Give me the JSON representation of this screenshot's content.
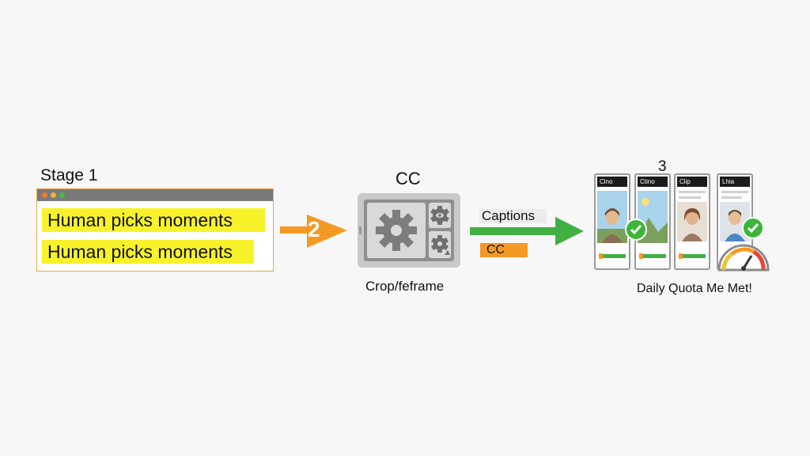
{
  "stage1": {
    "title": "Stage 1",
    "highlight_1": "Human picks moments",
    "highlight_2": "Human picks moments"
  },
  "arrow1": {
    "label": "2",
    "color": "#f39a24"
  },
  "stage2": {
    "title": "CC",
    "caption": "Crop/feframe"
  },
  "arrow2": {
    "label_top": "Captions",
    "label_bottom": "CC",
    "color": "#41b043"
  },
  "stage3": {
    "number": "3",
    "phones": [
      {
        "header": "Clno"
      },
      {
        "header": "Ctino"
      },
      {
        "header": "Clip"
      },
      {
        "header": "Lhia"
      }
    ],
    "caption": "Daily Quota Me Met!"
  },
  "colors": {
    "highlight": "#f7f22a",
    "accent_orange": "#f39a24",
    "accent_green": "#41b043",
    "check_green": "#3cb53a"
  },
  "icons": [
    "gear-icon",
    "checkmark-icon",
    "gauge-icon",
    "avatar-icon"
  ]
}
